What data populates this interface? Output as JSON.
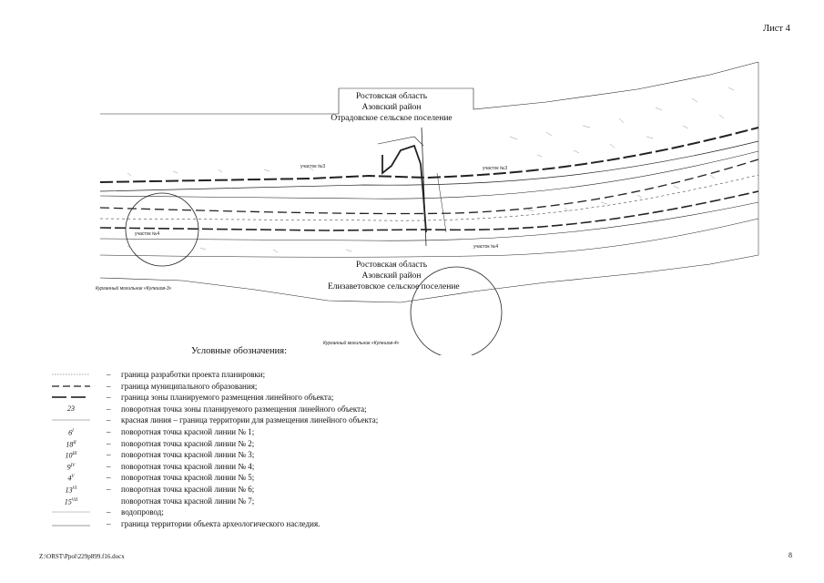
{
  "sheet_label": "Лист 4",
  "map": {
    "region_top": [
      "Ростовская область",
      "Азовский район",
      "Отрадовское сельское поселение"
    ],
    "region_bottom": [
      "Ростовская область",
      "Азовский район",
      "Елизаветовское сельское поселение"
    ],
    "site_labels": [
      "участок №3",
      "участок №3",
      "участок №4",
      "участок №4"
    ],
    "monument_labels": [
      "Курганный могильник «Кулешов-3»",
      "Курганный могильник «Кулешов-4»"
    ]
  },
  "legend": {
    "title": "Условные обозначения:",
    "dash": "–",
    "items": [
      {
        "symbol": "",
        "text": "граница разработки проекта планировки;"
      },
      {
        "symbol": "",
        "text": "граница муниципального образования;"
      },
      {
        "symbol": "",
        "text": "граница зоны планируемого размещения линейного объекта;"
      },
      {
        "symbol": "23",
        "text": "поворотная точка зоны планируемого размещения линейного объекта;"
      },
      {
        "symbol": "",
        "text": "красная линия – граница территории для размещения линейного объекта;"
      },
      {
        "symbol": "6I",
        "text": "поворотная точка красной линии № 1;"
      },
      {
        "symbol": "18II",
        "text": "поворотная точка красной линии № 2;"
      },
      {
        "symbol": "10III",
        "text": "поворотная точка красной линии № 3;"
      },
      {
        "symbol": "9IV",
        "text": "поворотная точка красной линии № 4;"
      },
      {
        "symbol": "4V",
        "text": "поворотная точка красной линии № 5;"
      },
      {
        "symbol": "13VI",
        "text": "поворотная точка красной линии № 6;"
      },
      {
        "symbol": "15VII",
        "text": "поворотная точка красной линии № 7;"
      },
      {
        "symbol": "",
        "text": "водопровод;"
      },
      {
        "symbol": "",
        "text": "граница территории объекта археологического наследия."
      }
    ]
  },
  "footer": {
    "path": "Z:\\ORST\\Ppol\\229p899.f16.docx",
    "page": "8"
  }
}
